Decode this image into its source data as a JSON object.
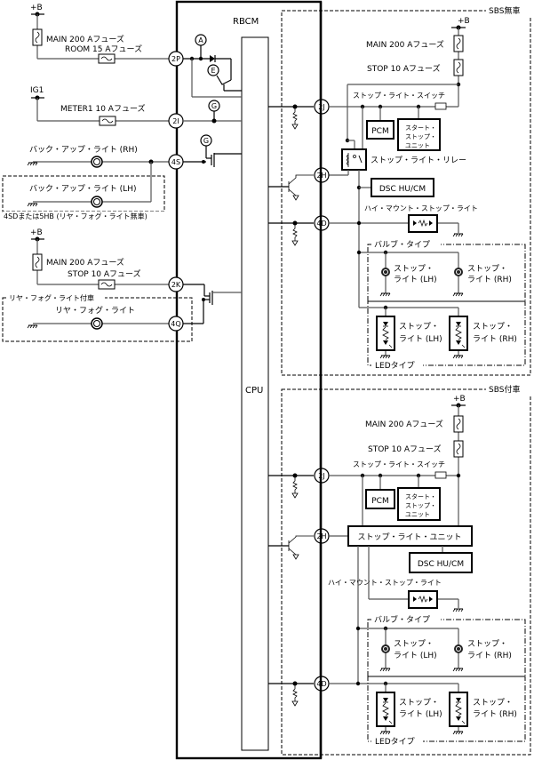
{
  "module": {
    "title": "RBCM",
    "cpu_label": "CPU"
  },
  "left": {
    "supply1": "+B",
    "main_fuse1": "MAIN 200 Aフューズ",
    "room_fuse": "ROOM 15 Aフューズ",
    "ig1": "IG1",
    "meter_fuse": "METER1 10 Aフューズ",
    "backup_rh": "バック・アップ・ライト (RH)",
    "backup_lh": "バック・アップ・ライト (LH)",
    "backup_lh_group": "4SDまたは5HB (リヤ・フォグ・ライト無車)",
    "supply2": "+B",
    "main_fuse2": "MAIN 200 Aフューズ",
    "stop_fuse": "STOP 10 Aフューズ",
    "rearfog_group": "リヤ・フォグ・ライト付車",
    "rearfog": "リヤ・フォグ・ライト"
  },
  "pins": {
    "p2P": "2P",
    "p2I": "2I",
    "p4S": "4S",
    "p2K": "2K",
    "p4Q": "4Q",
    "p2J": "2J",
    "p2H": "2H",
    "p4D": "4D",
    "p2J_b": "2J",
    "p2H_b": "2H",
    "p4D_b": "4D"
  },
  "markers": {
    "a": "A",
    "e": "E",
    "g1": "G",
    "g2": "G"
  },
  "sbs_none": {
    "title": "SBS無車",
    "supply": "+B",
    "main_fuse": "MAIN 200 Aフューズ",
    "stop_fuse": "STOP 10 Aフューズ",
    "stop_switch": "ストップ・ライト・スイッチ",
    "pcm": "PCM",
    "start_stop_unit": [
      "スタート・",
      "ストップ・",
      "ユニット"
    ],
    "relay": "ストップ・ライト・リレー",
    "dsc": "DSC HU/CM",
    "high_mount": "ハイ・マウント・ストップ・ライト",
    "bulb_type": "バルブ・タイプ",
    "stop_lh": [
      "ストップ・",
      "ライト (LH)"
    ],
    "stop_rh": [
      "ストップ・",
      "ライト (RH)"
    ],
    "led_type": "LEDタイプ"
  },
  "sbs_with": {
    "title": "SBS付車",
    "supply": "+B",
    "main_fuse": "MAIN 200 Aフューズ",
    "stop_fuse": "STOP 10 Aフューズ",
    "stop_switch": "ストップ・ライト・スイッチ",
    "pcm": "PCM",
    "start_stop_unit": [
      "スタート・",
      "ストップ・",
      "ユニット"
    ],
    "stop_light_unit": "ストップ・ライト・ユニット",
    "dsc": "DSC HU/CM",
    "high_mount": "ハイ・マウント・ストップ・ライト",
    "bulb_type": "バルブ・タイプ",
    "stop_lh": [
      "ストップ・",
      "ライト (LH)"
    ],
    "stop_rh": [
      "ストップ・",
      "ライト (RH)"
    ],
    "led_type": "LEDタイプ"
  }
}
